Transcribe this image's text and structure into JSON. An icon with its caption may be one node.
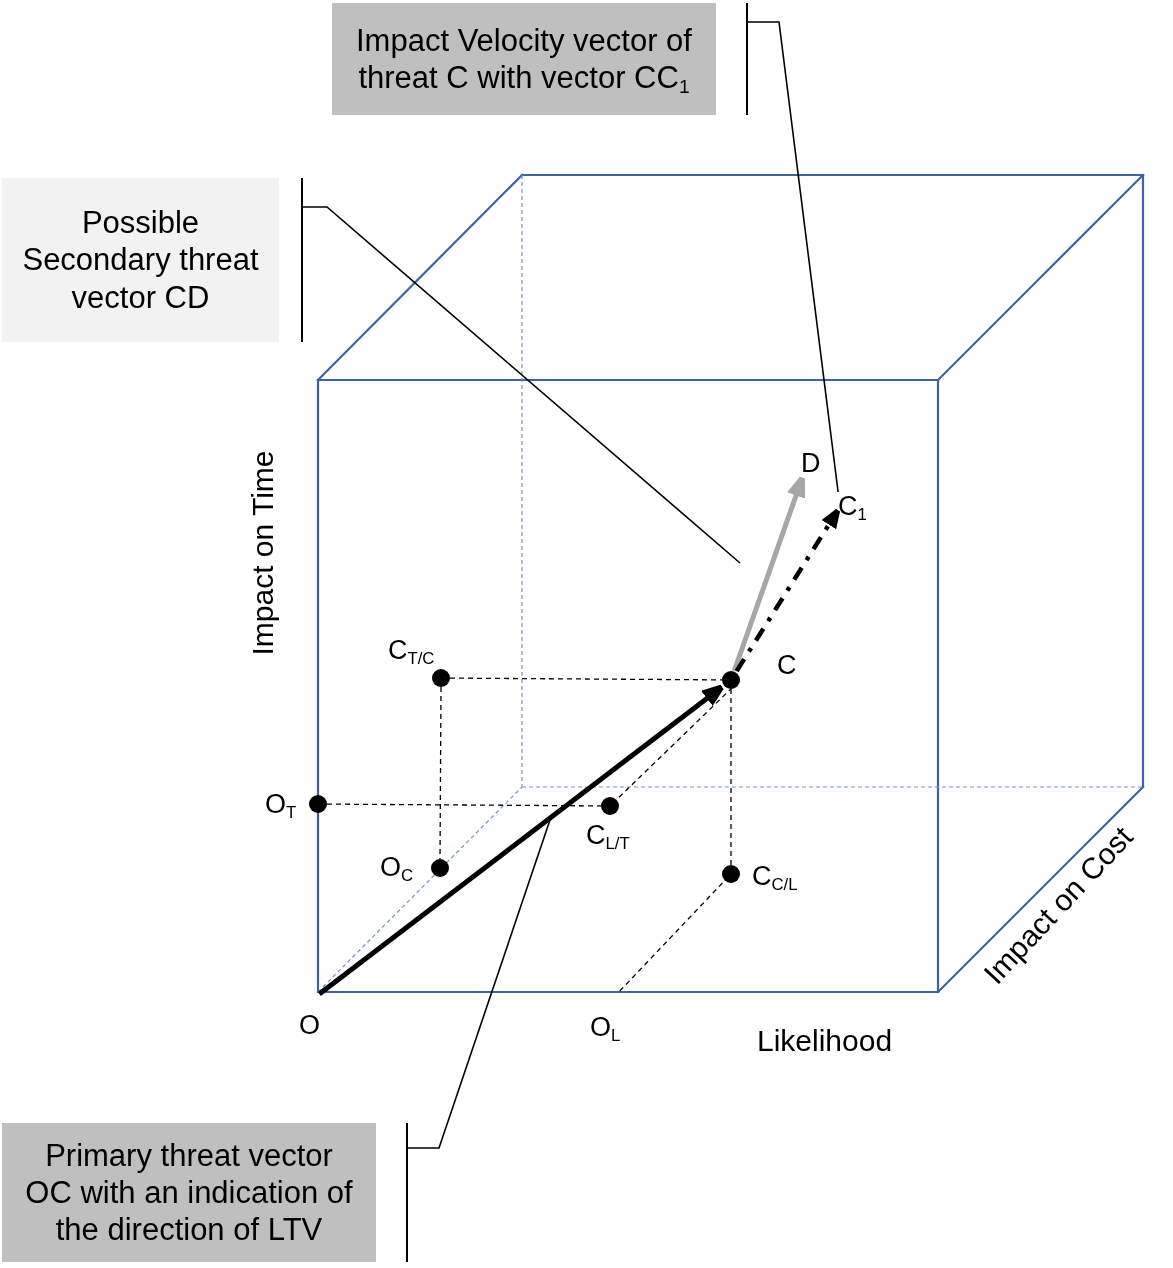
{
  "diagram": {
    "nodes": [
      {
        "text": [
          "Impact Velocity vector of threat C with vector CC$_{1}$"
        ]
      },
      {
        "text": [
          "Possible Secondary threat vector CD"
        ]
      },
      {
        "text": [
          "D"
        ]
      },
      {
        "text": [
          "C$_{1}$"
        ]
      },
      {
        "text": [],
        "shape": "circle",
        "beside": [
          "C$_{T/C}$"
        ]
      },
      {
        "text": [],
        "shape": "circle",
        "beside": [
          "C"
        ]
      },
      {
        "text": [],
        "shape": "circle",
        "beside": [
          "O$_{T}$"
        ]
      },
      {
        "text": [],
        "shape": "circle",
        "beside": [
          "C$_{L/T}$"
        ]
      },
      {
        "text": [],
        "shape": "circle",
        "beside": [
          "O$_{C}$"
        ]
      },
      {
        "text": [],
        "shape": "circle",
        "beside": [
          "C$_{C/L}$"
        ]
      },
      {
        "text": [
          "O"
        ]
      },
      {
        "text": [
          "O$_{L}$"
        ]
      },
      {
        "text": [
          "Primary threat vector OC with an indication of the direction of LTV"
        ]
      }
    ],
    "edges": [
      {
        "from": 10,
        "to": 5,
        "arrow": "to",
        "style": "thick"
      },
      {
        "from": 5,
        "to": 2,
        "arrow": "to",
        "style": "thick",
        "color": "#a6a6a6"
      },
      {
        "from": 5,
        "to": 3,
        "arrow": "to",
        "style": "dashed"
      },
      {
        "from": 4,
        "to": 5,
        "arrow": "none",
        "style": "dashed"
      },
      {
        "from": 4,
        "to": 8,
        "arrow": "none",
        "style": "dashed"
      },
      {
        "from": 6,
        "to": 7,
        "arrow": "none",
        "style": "dashed"
      },
      {
        "from": 7,
        "to": 5,
        "arrow": "none",
        "style": "dashed"
      },
      {
        "from": 5,
        "to": 9,
        "arrow": "none",
        "style": "dashed"
      },
      {
        "from": 9,
        "to": 11,
        "arrow": "none",
        "style": "dashed"
      },
      {
        "from": 0,
        "to": 3,
        "arrow": "none"
      },
      {
        "from": 1,
        "to": null,
        "arrow": "none"
      },
      {
        "from": 12,
        "to": null,
        "arrow": "none"
      }
    ],
    "labels": [
      "Impact on Time",
      "Impact on Cost",
      "Likelihood"
    ]
  }
}
